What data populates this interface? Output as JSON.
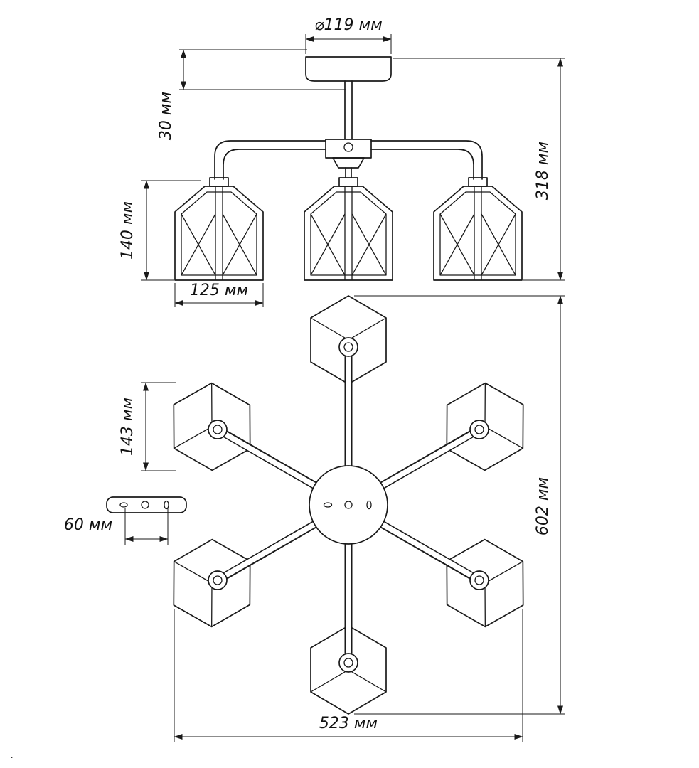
{
  "drawing": {
    "type": "chandelier dimension drawing",
    "line_color": "#1a1a1a",
    "background_color": "#ffffff",
    "labels": {
      "cap_diameter": "⌀119 мм",
      "canopy_height": "30 мм",
      "fixture_height": "318 мм",
      "shade_height": "140 мм",
      "shade_width": "125 мм",
      "cube_shade_size": "143 мм",
      "bracket_hole_spacing": "60 мм",
      "plan_span_vertical": "602 мм",
      "plan_span_horizontal": "523 мм"
    },
    "artifact_dot": "."
  }
}
